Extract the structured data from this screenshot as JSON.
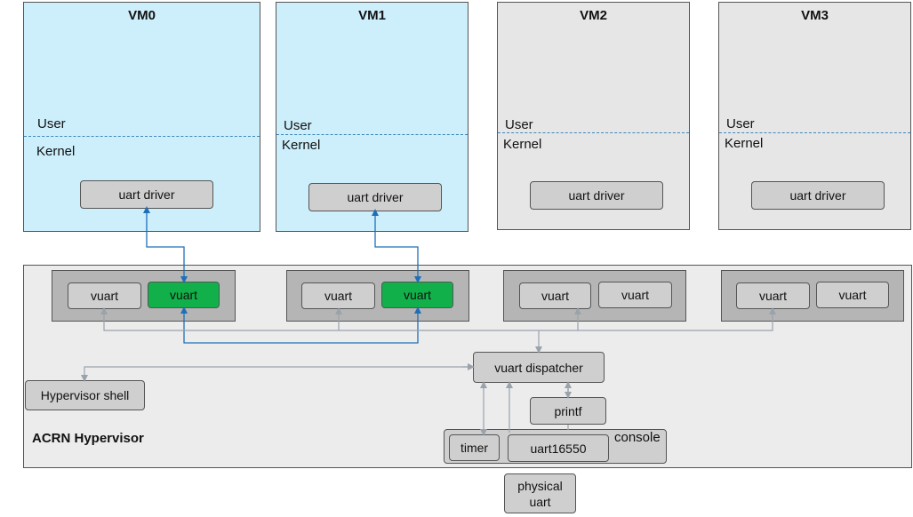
{
  "vms": [
    {
      "title": "VM0",
      "user": "User",
      "kernel": "Kernel",
      "driver": "uart driver"
    },
    {
      "title": "VM1",
      "user": "User",
      "kernel": "Kernel",
      "driver": "uart driver"
    },
    {
      "title": "VM2",
      "user": "User",
      "kernel": "Kernel",
      "driver": "uart driver"
    },
    {
      "title": "VM3",
      "user": "User",
      "kernel": "Kernel",
      "driver": "uart driver"
    }
  ],
  "hypervisor": {
    "label": "ACRN Hypervisor",
    "vuart": "vuart",
    "dispatcher": "vuart dispatcher",
    "shell": "Hypervisor shell",
    "printf": "printf",
    "console": "console",
    "timer": "timer",
    "uart16550": "uart16550"
  },
  "physical_uart": "physical uart",
  "colors": {
    "vm_active": "#cdeefb",
    "vm_inactive": "#e6e6e6",
    "vuart_active": "#12b04a",
    "link_active": "#1f6fb8",
    "link_inactive": "#9aa3ab"
  }
}
